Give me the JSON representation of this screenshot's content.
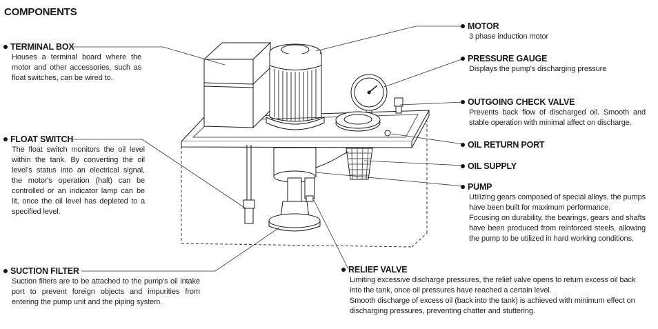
{
  "page_title": "COMPONENTS",
  "components": {
    "terminal_box": {
      "title": "TERMINAL BOX",
      "desc": "Houses a terminal board where the motor and other accessories, such as float switches, can be wired to."
    },
    "float_switch": {
      "title": "FLOAT SWITCH",
      "desc": "The float switch monitors the oil level within the tank.   By converting the oil level's status into an electrical signal, the motor's operation (halt) can be controlled or an indicator lamp can be lit, once the oil level has depleted to a specified level."
    },
    "suction_filter": {
      "title": "SUCTION FILTER",
      "desc": "Suction filters are to be attached to the pump's oil intake port to prevent foreign objects and impurities from entering the pump unit and the piping system."
    },
    "motor": {
      "title": "MOTOR",
      "desc": "3 phase induction motor"
    },
    "pressure_gauge": {
      "title": "PRESSURE GAUGE",
      "desc": "Displays the pump's discharging pressure"
    },
    "outgoing_check_valve": {
      "title": "OUTGOING CHECK VALVE",
      "desc": "Prevents back flow of discharged oil.   Smooth and stable operation with minimal affect on discharge."
    },
    "oil_return_port": {
      "title": "OIL RETURN PORT"
    },
    "oil_supply": {
      "title": "OIL SUPPLY"
    },
    "pump": {
      "title": "PUMP",
      "desc1": "Utilizing gears composed of special alloys, the pumps have been built for maximum performance.",
      "desc2": "Focusing on durability, the bearings, gears and shafts have been produced from reinforced steels, allowing the pump to be utilized in hard working conditions."
    },
    "relief_valve": {
      "title": "RELIEF VALVE",
      "desc1": "Limiting excessive discharge pressures, the relief valve opens to return excess oil back into the tank, once oil pressures have reached a certain level.",
      "desc2": "Smooth discharge of excess oil (back into the tank) is achieved with minimum effect on discharging pressures, preventing chatter and stuttering."
    }
  }
}
